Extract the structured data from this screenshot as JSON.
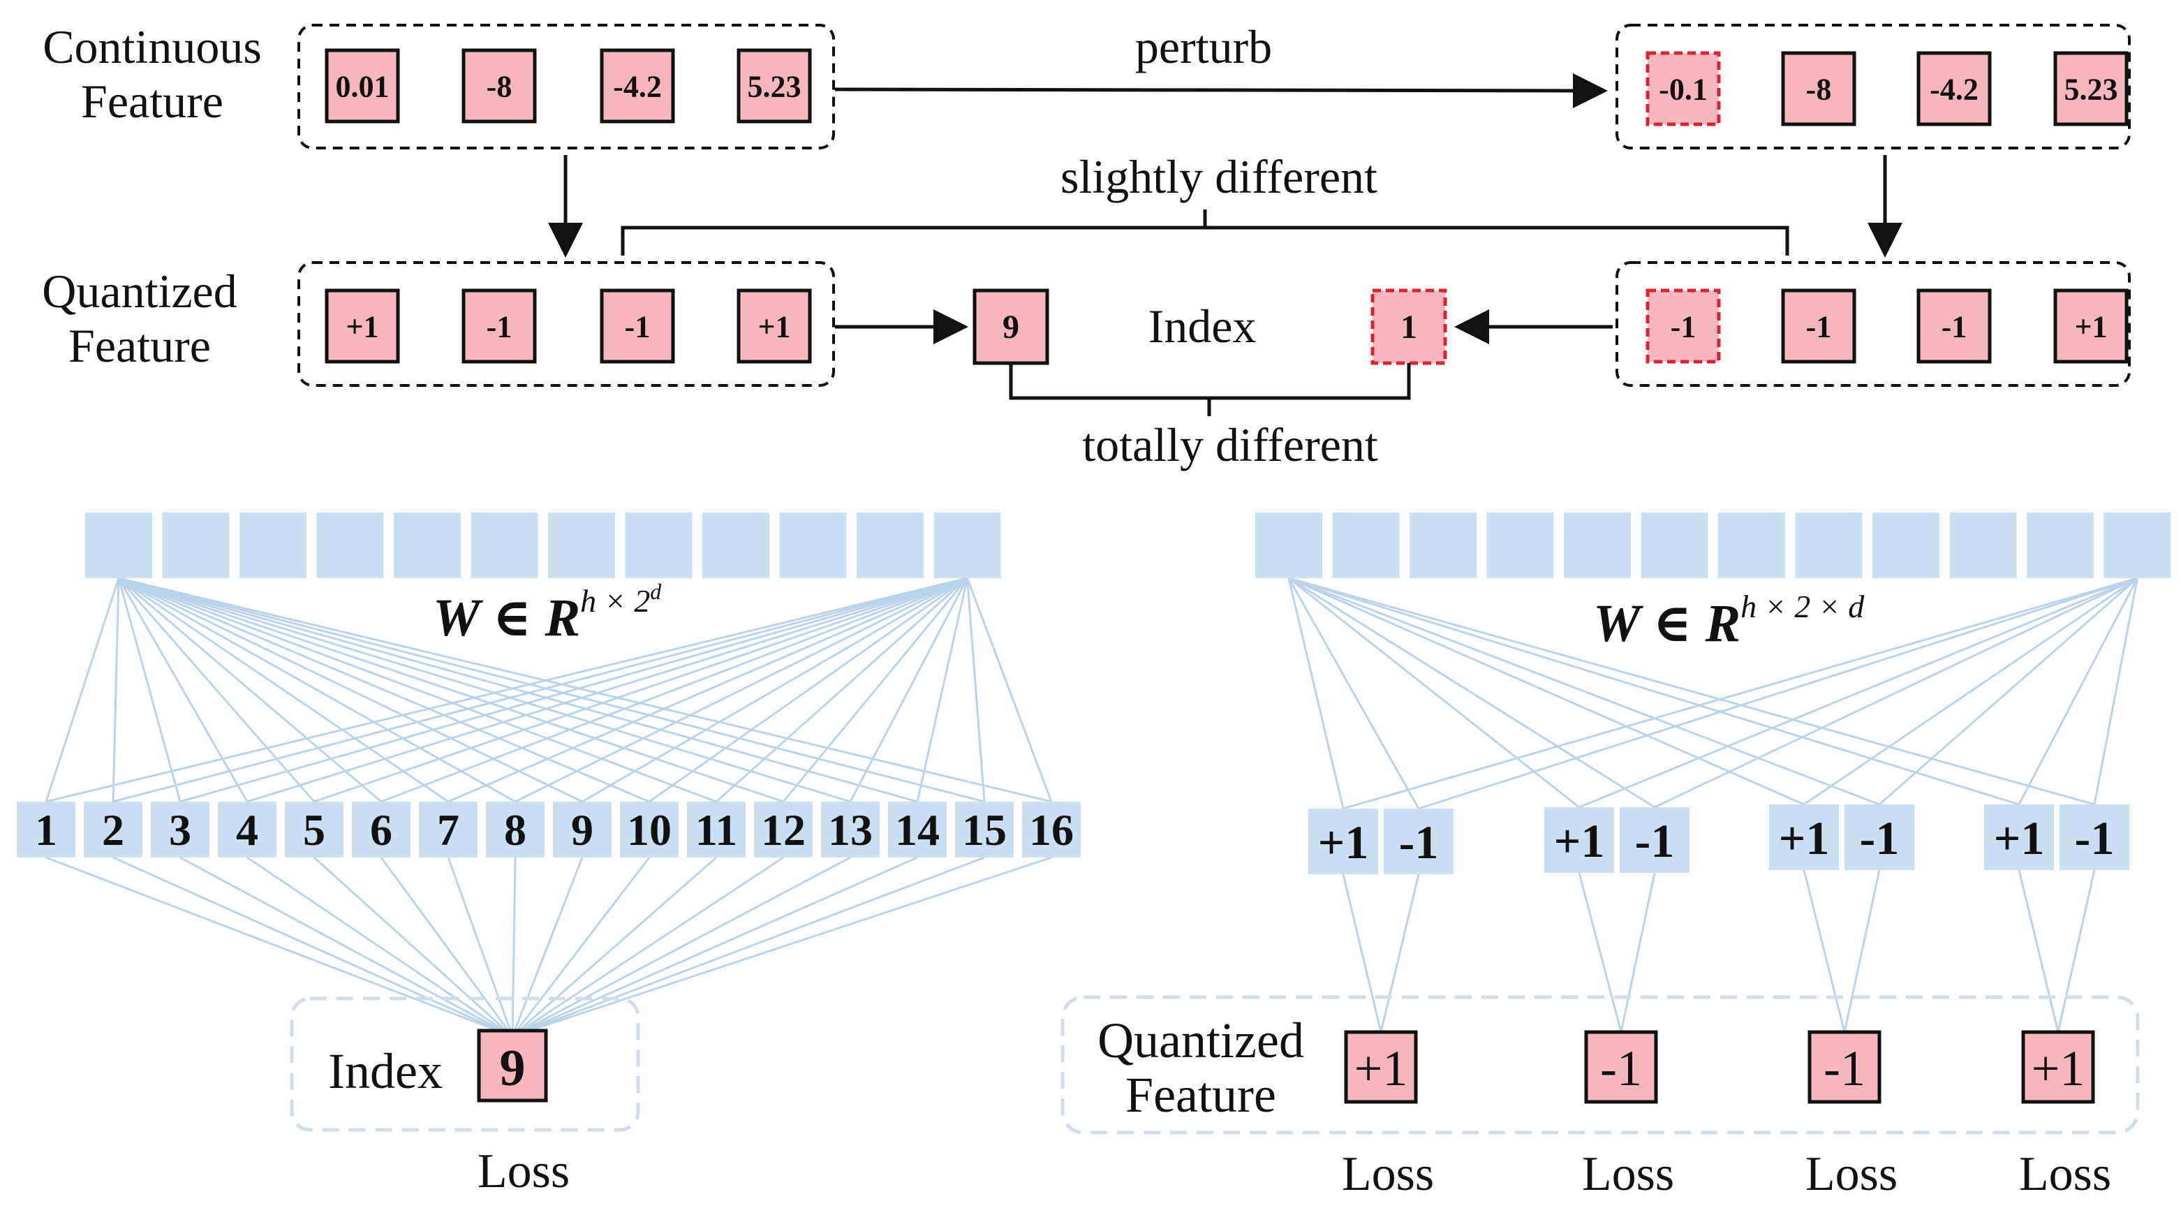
{
  "colors": {
    "pink_fill": "#f5b7bd",
    "pink_dashed_border": "#d9232e",
    "blue_fill": "#c9dff2",
    "blue_line": "#b9d3ec",
    "blue_group_border": "#cfdcee",
    "black": "#111111"
  },
  "top": {
    "continuous_label": [
      "Continuous",
      "Feature"
    ],
    "quantized_label": [
      "Quantized",
      "Feature"
    ],
    "perturb_label": "perturb",
    "slightly_label": "slightly different",
    "totally_label": "totally different",
    "index_label": "Index",
    "cont_left": [
      "0.01",
      "-8",
      "-4.2",
      "5.23"
    ],
    "cont_right": [
      "-0.1",
      "-8",
      "-4.2",
      "5.23"
    ],
    "quant_left": [
      "+1",
      "-1",
      "-1",
      "+1"
    ],
    "quant_right": [
      "-1",
      "-1",
      "-1",
      "+1"
    ],
    "index_left": "9",
    "index_right": "1",
    "perturbed_position": 0
  },
  "bottom_left": {
    "formula_main": "W ∈ R",
    "formula_sup": "h × 2",
    "formula_sup2": "d",
    "codebook_count": 12,
    "indices": [
      "1",
      "2",
      "3",
      "4",
      "5",
      "6",
      "7",
      "8",
      "9",
      "10",
      "11",
      "12",
      "13",
      "14",
      "15",
      "16"
    ],
    "index_label": "Index",
    "index_value": "9",
    "selected_index": 8,
    "loss_label": "Loss"
  },
  "bottom_right": {
    "formula_main": "W ∈ R",
    "formula_sup": "h × 2 × d",
    "codebook_count": 12,
    "pairs": [
      [
        "+1",
        "-1"
      ],
      [
        "+1",
        "-1"
      ],
      [
        "+1",
        "-1"
      ],
      [
        "+1",
        "-1"
      ]
    ],
    "selected_in_pair": [
      0,
      1,
      1,
      0
    ],
    "quantized_label": [
      "Quantized",
      "Feature"
    ],
    "values": [
      "+1",
      "-1",
      "-1",
      "+1"
    ],
    "loss_labels": [
      "Loss",
      "Loss",
      "Loss",
      "Loss"
    ]
  }
}
